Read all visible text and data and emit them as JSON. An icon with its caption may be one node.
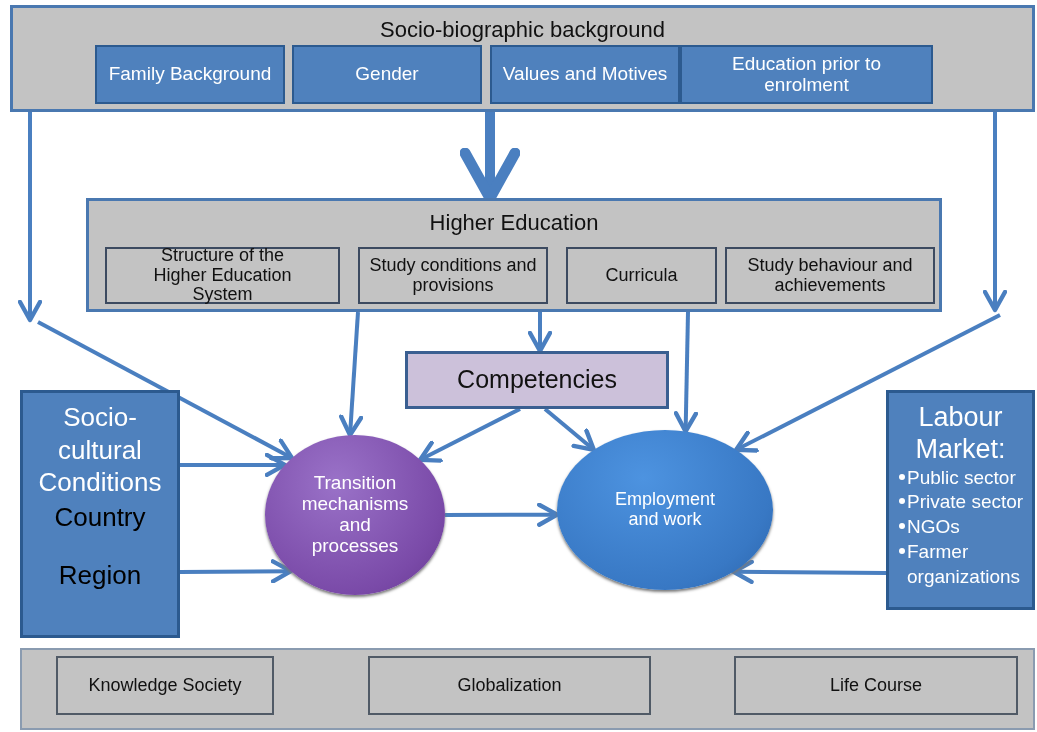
{
  "diagram": {
    "nodes": [
      {
        "text": [
          "Socio-biographic background"
        ]
      },
      {
        "text": [
          "Family Background"
        ],
        "in": 0
      },
      {
        "text": [
          "Gender"
        ],
        "in": 0
      },
      {
        "text": [
          "Values and Motives"
        ],
        "in": 0
      },
      {
        "text": [
          "Education prior to enrolment"
        ],
        "in": 0
      },
      {
        "text": [
          "Higher Education"
        ]
      },
      {
        "text": [
          "Structure of the Higher Education System"
        ],
        "in": 5
      },
      {
        "text": [
          "Study conditions and provisions"
        ],
        "in": 5
      },
      {
        "text": [
          "Curricula"
        ],
        "in": 5
      },
      {
        "text": [
          "Study behaviour and achievements"
        ],
        "in": 5
      },
      {
        "text": [
          "Competencies"
        ]
      },
      {
        "text": [
          "Socio-cultural Conditions",
          "Country",
          "Region"
        ]
      },
      {
        "text": [
          "Transition mechanisms and processes"
        ]
      },
      {
        "text": [
          "Employment and work"
        ]
      },
      {
        "text": [
          "Labour Market:",
          "Public sector",
          "Private sector",
          "NGOs",
          "Farmer organizations"
        ]
      },
      {
        "text": [],
        "shape": "box"
      },
      {
        "text": [
          "Knowledge Society"
        ],
        "in": 15
      },
      {
        "text": [
          "Globalization"
        ],
        "in": 15
      },
      {
        "text": [
          "Life Course"
        ],
        "in": 15
      }
    ],
    "edges": [
      {
        "from": 0,
        "to": null,
        "arrow": "to"
      },
      {
        "from": null,
        "to": 12,
        "arrow": "to"
      },
      {
        "from": 0,
        "to": 5,
        "arrow": "to",
        "style": "thick"
      },
      {
        "from": 0,
        "to": null,
        "arrow": "to"
      },
      {
        "from": null,
        "to": 13,
        "arrow": "to"
      },
      {
        "from": 5,
        "to": 12,
        "arrow": "to"
      },
      {
        "from": 5,
        "to": 10,
        "arrow": "to"
      },
      {
        "from": 5,
        "to": 13,
        "arrow": "to"
      },
      {
        "from": 10,
        "to": 12,
        "arrow": "to"
      },
      {
        "from": 10,
        "to": 13,
        "arrow": "to"
      },
      {
        "from": 11,
        "to": 12,
        "arrow": "to"
      },
      {
        "from": 11,
        "to": 12,
        "arrow": "to"
      },
      {
        "from": 12,
        "to": 13,
        "arrow": "to"
      },
      {
        "from": 14,
        "to": 13,
        "arrow": "to"
      }
    ]
  }
}
